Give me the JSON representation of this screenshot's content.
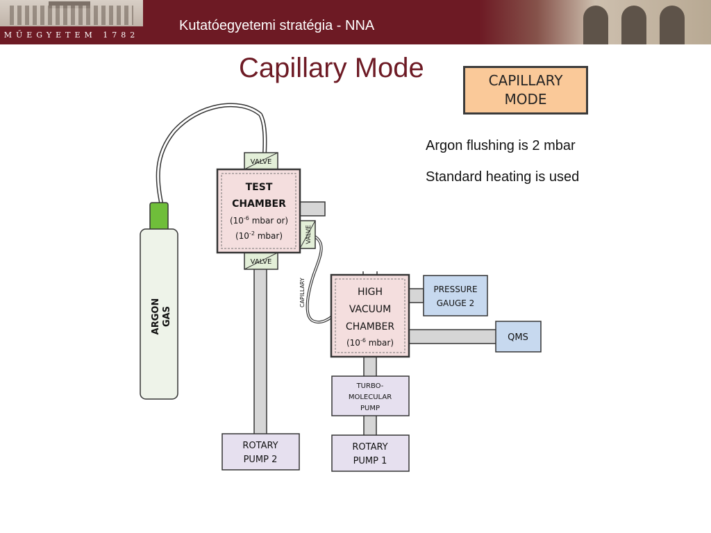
{
  "header": {
    "institution_caption": "MŰEGYETEM 1782",
    "title": "Kutatóegyetemi stratégia - NNA"
  },
  "slide": {
    "title": "Capillary Mode"
  },
  "mode_box": {
    "line1": "CAPILLARY",
    "line2": "MODE"
  },
  "notes": [
    "Argon flushing is 2 mbar",
    "Standard heating is used"
  ],
  "diagram": {
    "argon": {
      "line1": "ARGON",
      "line2": "GAS"
    },
    "valve_top": "VALVE",
    "valve_bottom": "VALVE",
    "valve_side": "VALVE",
    "capillary": "CAPILLARY",
    "test_chamber": {
      "line1": "TEST",
      "line2": "CHAMBER",
      "line3_prefix": "(10",
      "line3_exp": "-6",
      "line3_suffix": " mbar or)",
      "line4_prefix": "(10",
      "line4_exp": "-2",
      "line4_suffix": " mbar)"
    },
    "high_vacuum_chamber": {
      "line1": "HIGH",
      "line2": "VACUUM",
      "line3": "CHAMBER",
      "line4_prefix": "(10",
      "line4_exp": "-6",
      "line4_suffix": " mbar)"
    },
    "pressure_gauge": {
      "line1": "PRESSURE",
      "line2": "GAUGE 2"
    },
    "qms": "QMS",
    "turbo_pump": {
      "line1": "TURBO-",
      "line2": "MOLECULAR",
      "line3": "PUMP"
    },
    "rotary_pump_1": {
      "line1": "ROTARY",
      "line2": "PUMP 1"
    },
    "rotary_pump_2": {
      "line1": "ROTARY",
      "line2": "PUMP 2"
    },
    "colors": {
      "brand": "#6d1a24",
      "mode_box_fill": "#fac999",
      "chamber_fill": "#f4dede",
      "gauge_fill": "#c7d9ef",
      "pump_fill": "#e6e0ef",
      "valve_fill": "#e3efd8",
      "cylinder_cap": "#6fbe3a",
      "pipe_fill": "#d6d6d6"
    }
  }
}
